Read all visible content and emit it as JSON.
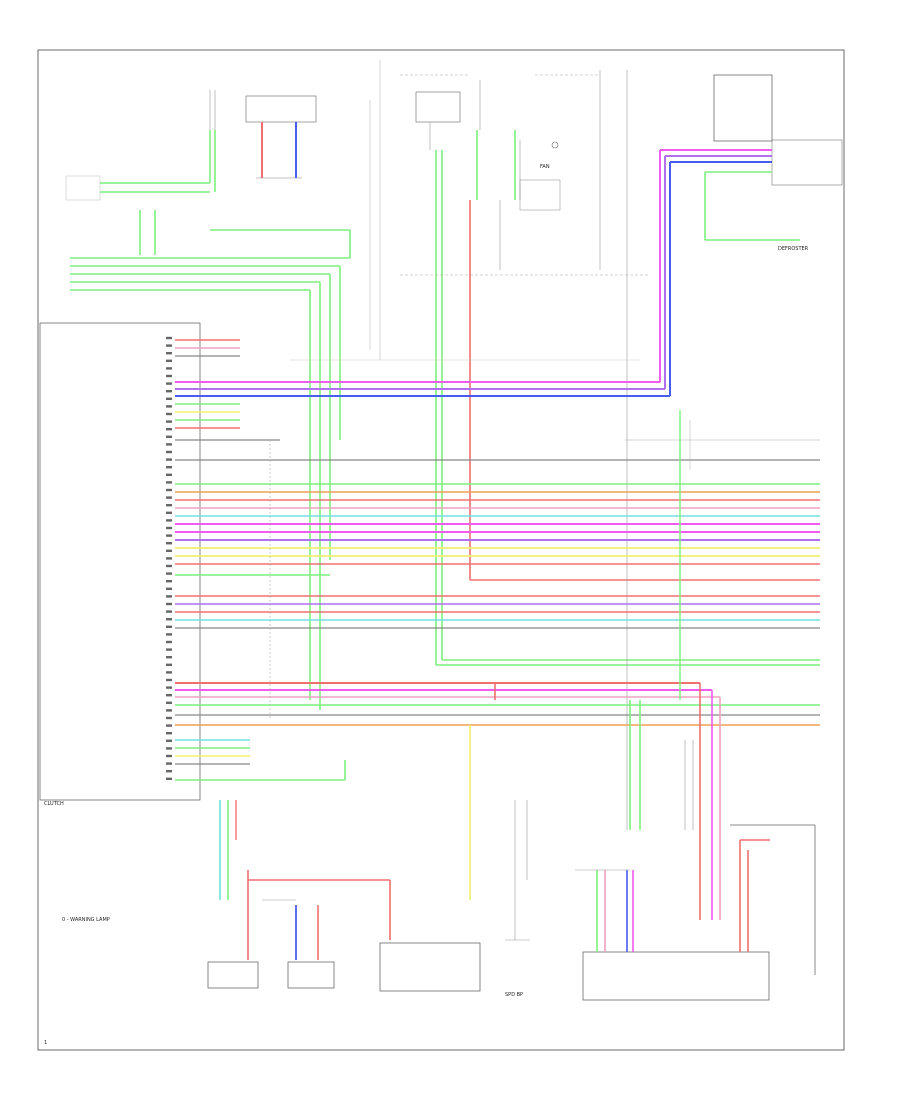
{
  "labels": {
    "warning_lamp_note": "0 - WARNING LAMP",
    "check_label": "1",
    "speed_bp": "SPD BP",
    "defroster": "DEFROSTER",
    "fan_ctrl": "FAN",
    "clutch_label": "CLUTCH"
  },
  "colors": {
    "frame": "#444444",
    "green": "#7cf07c",
    "red": "#f07070",
    "blue": "#4a5cf0",
    "magenta": "#f05cf0",
    "violet": "#b070f0",
    "yellow": "#f0f070",
    "cyan": "#70e0e0",
    "orange": "#f0a050",
    "pink": "#f0a0c0",
    "gray": "#bbbbbb",
    "darkgray": "#888888"
  }
}
